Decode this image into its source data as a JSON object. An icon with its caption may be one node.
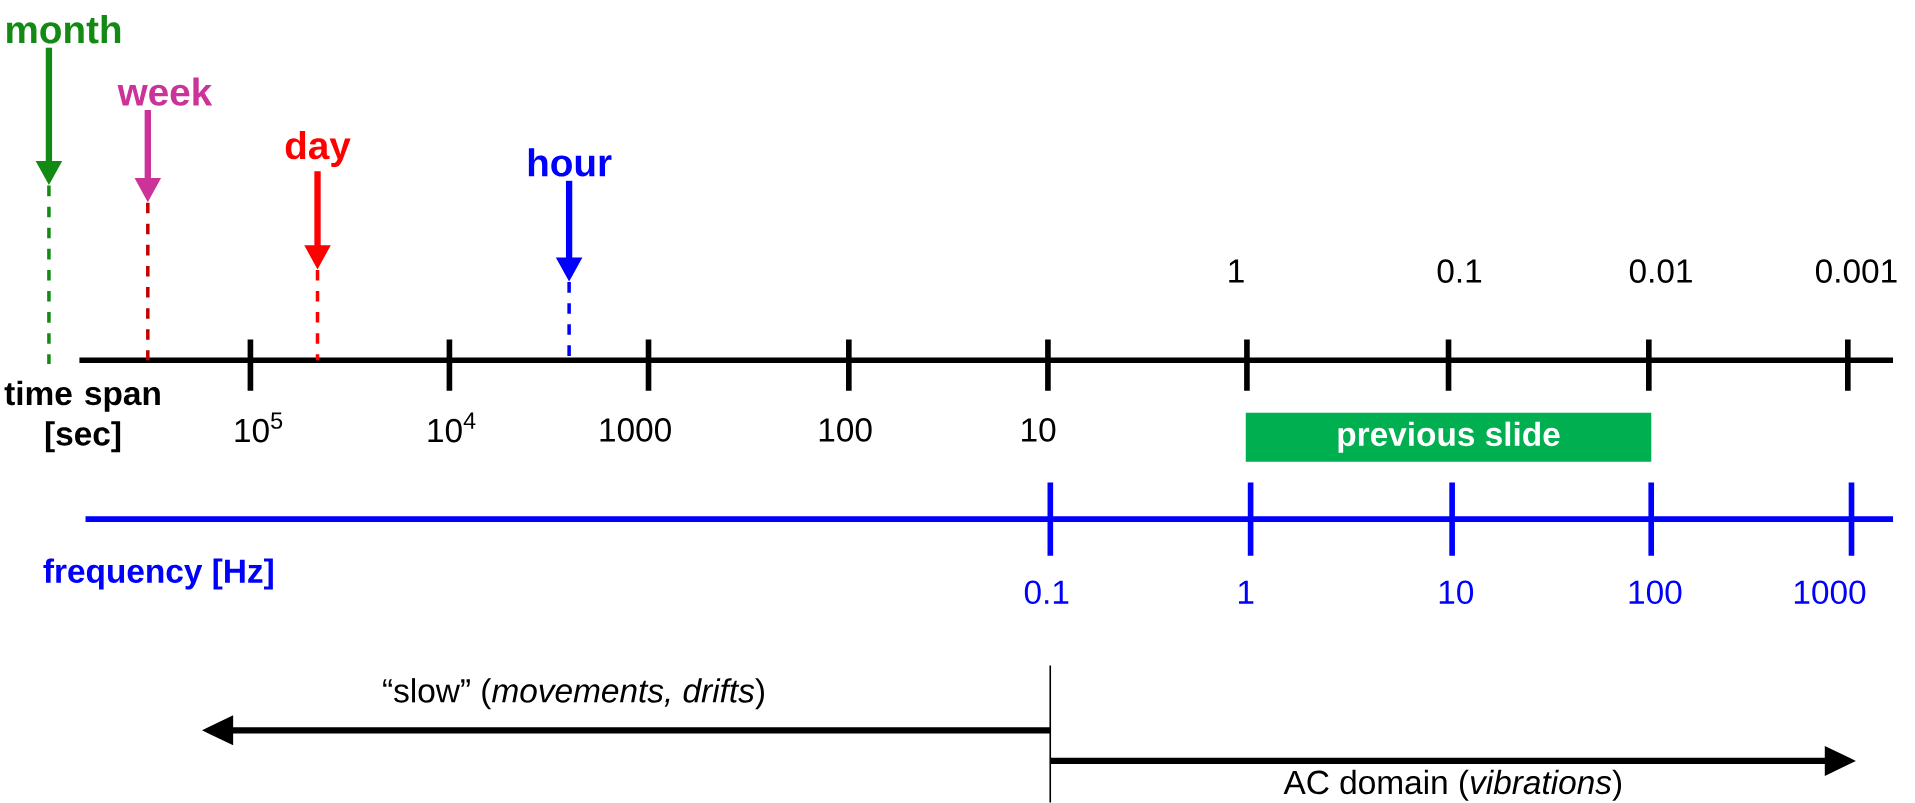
{
  "diagram": {
    "nodes": [
      {
        "text": [
          "month"
        ]
      },
      {
        "text": [
          "week"
        ]
      },
      {
        "text": [
          "day"
        ]
      },
      {
        "text": [
          "hour"
        ]
      },
      {
        "text": [
          "previous slide"
        ]
      }
    ],
    "edges": [
      {
        "from": 0,
        "to": null,
        "arrow": "to",
        "color": "#138a13"
      },
      {
        "from": 1,
        "to": null,
        "arrow": "to",
        "color": "#cc3399"
      },
      {
        "from": 2,
        "to": null,
        "arrow": "to",
        "color": "#ff0000"
      },
      {
        "from": 3,
        "to": null,
        "arrow": "to",
        "color": "#0000ff"
      }
    ],
    "labels": [
      "1",
      "0.1",
      "0.01",
      "0.001",
      "time span [sec]",
      "10$^{5}$",
      "10$^{4}$",
      "1000",
      "100",
      "10",
      "frequency [Hz]",
      "0.1",
      "1",
      "10",
      "100",
      "1000",
      "“slow” (*movements, drifts*)",
      "AC domain (*vibrations*)"
    ]
  }
}
